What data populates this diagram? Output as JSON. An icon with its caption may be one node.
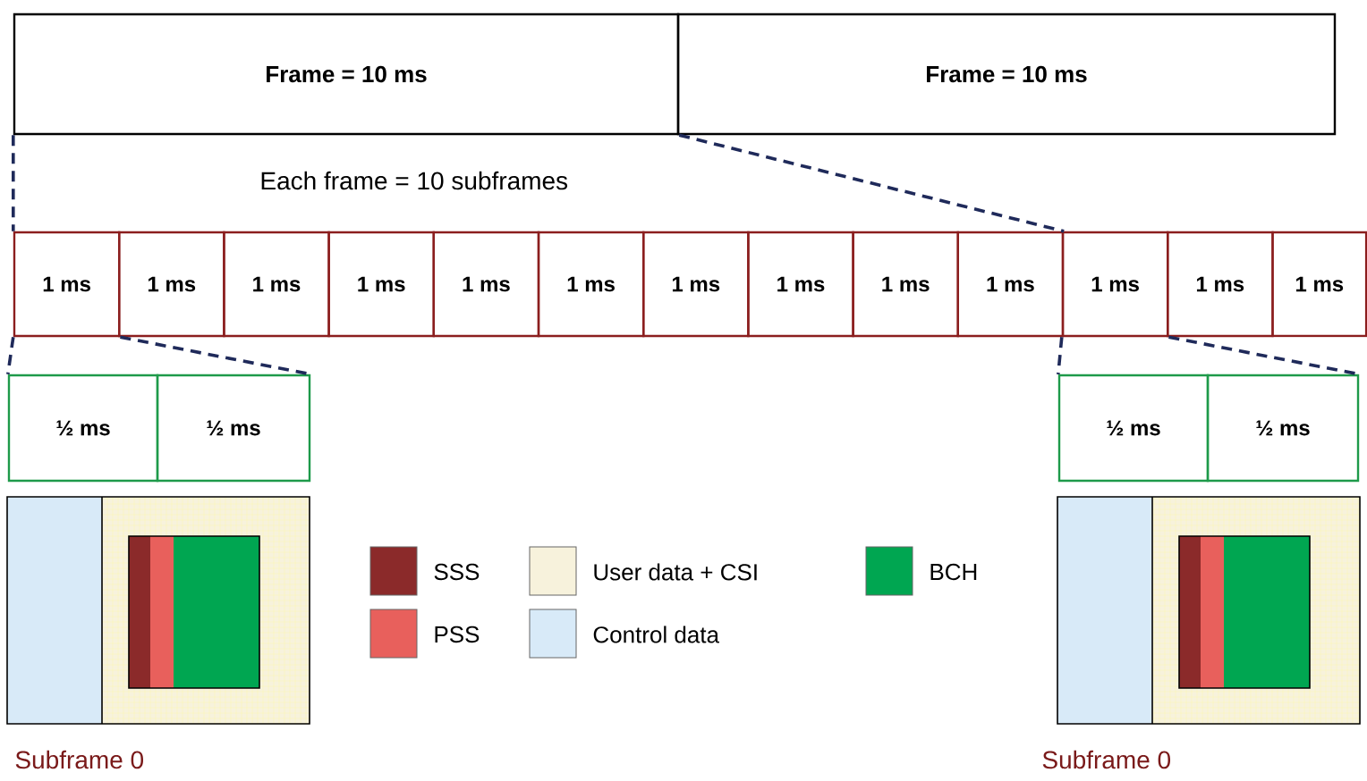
{
  "diagram": {
    "nodes": [
      {
        "text": [
          "Frame = 10 ms"
        ]
      },
      {
        "text": [
          "Frame = 10 ms"
        ]
      },
      {
        "text": [
          "1 ms"
        ]
      },
      {
        "text": [
          "1 ms"
        ]
      },
      {
        "text": [
          "1 ms"
        ]
      },
      {
        "text": [
          "1 ms"
        ]
      },
      {
        "text": [
          "1 ms"
        ]
      },
      {
        "text": [
          "1 ms"
        ]
      },
      {
        "text": [
          "1 ms"
        ]
      },
      {
        "text": [
          "1 ms"
        ]
      },
      {
        "text": [
          "1 ms"
        ]
      },
      {
        "text": [
          "1 ms"
        ]
      },
      {
        "text": [
          "1 ms"
        ]
      },
      {
        "text": [
          "1 ms"
        ]
      },
      {
        "text": [
          "1 ms"
        ]
      },
      {
        "text": [
          "½ ms"
        ]
      },
      {
        "text": [
          "½ ms"
        ]
      },
      {
        "text": [
          "½ ms"
        ]
      },
      {
        "text": [
          "½ ms"
        ]
      }
    ],
    "edges": [
      {
        "from": 0,
        "to": 2,
        "arrow": "none",
        "style": "dashed"
      },
      {
        "from": 0,
        "to": 11,
        "arrow": "none",
        "style": "dashed"
      },
      {
        "from": 2,
        "to": 15,
        "arrow": "none",
        "style": "dashed"
      },
      {
        "from": 2,
        "to": 16,
        "arrow": "none",
        "style": "dashed"
      },
      {
        "from": 12,
        "to": 17,
        "arrow": "none",
        "style": "dashed"
      },
      {
        "from": 12,
        "to": 18,
        "arrow": "none",
        "style": "dashed"
      }
    ],
    "labels": [
      "Each frame = 10 subframes",
      "Subframe 0",
      "Subframe 0"
    ],
    "legend": [
      {
        "text": "SSS",
        "color": "#8b2a2a"
      },
      {
        "text": "User data + CSI",
        "color": "#f7f2dc"
      },
      {
        "text": "BCH",
        "color": "#00a651"
      },
      {
        "text": "PSS",
        "color": "#e8605c"
      },
      {
        "text": "Control data",
        "color": "#d8eaf8"
      }
    ]
  }
}
